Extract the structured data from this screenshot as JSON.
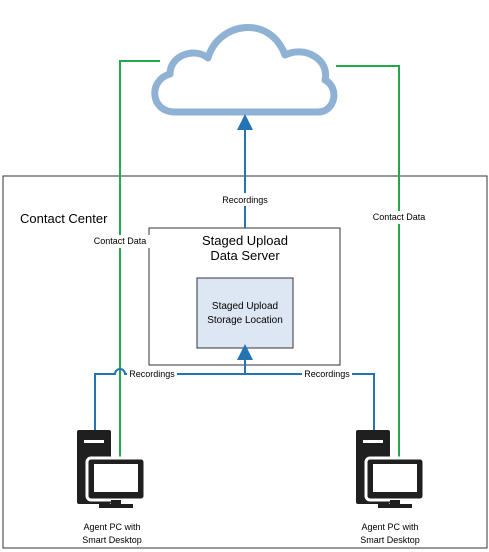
{
  "labels": {
    "contact_center": "Contact Center",
    "server_title_line1": "Staged Upload",
    "server_title_line2": "Data Server",
    "storage_line1": "Staged Upload",
    "storage_line2": "Storage Location",
    "recordings_top": "Recordings",
    "recordings_left": "Recordings",
    "recordings_right": "Recordings",
    "contact_data_left": "Contact Data",
    "contact_data_right": "Contact Data",
    "agent_left_line1": "Agent PC with",
    "agent_left_line2": "Smart Desktop",
    "agent_right_line1": "Agent PC with",
    "agent_right_line2": "Smart Desktop"
  },
  "colors": {
    "cloud_stroke": "#8fb2d4",
    "contact_data_line": "#22a94b",
    "recordings_line": "#2373b5",
    "storage_fill": "#dde6f3",
    "computer_icon": "#1f1f1f"
  },
  "icons": {
    "cloud": "cloud-icon",
    "computer": "computer-icon"
  }
}
